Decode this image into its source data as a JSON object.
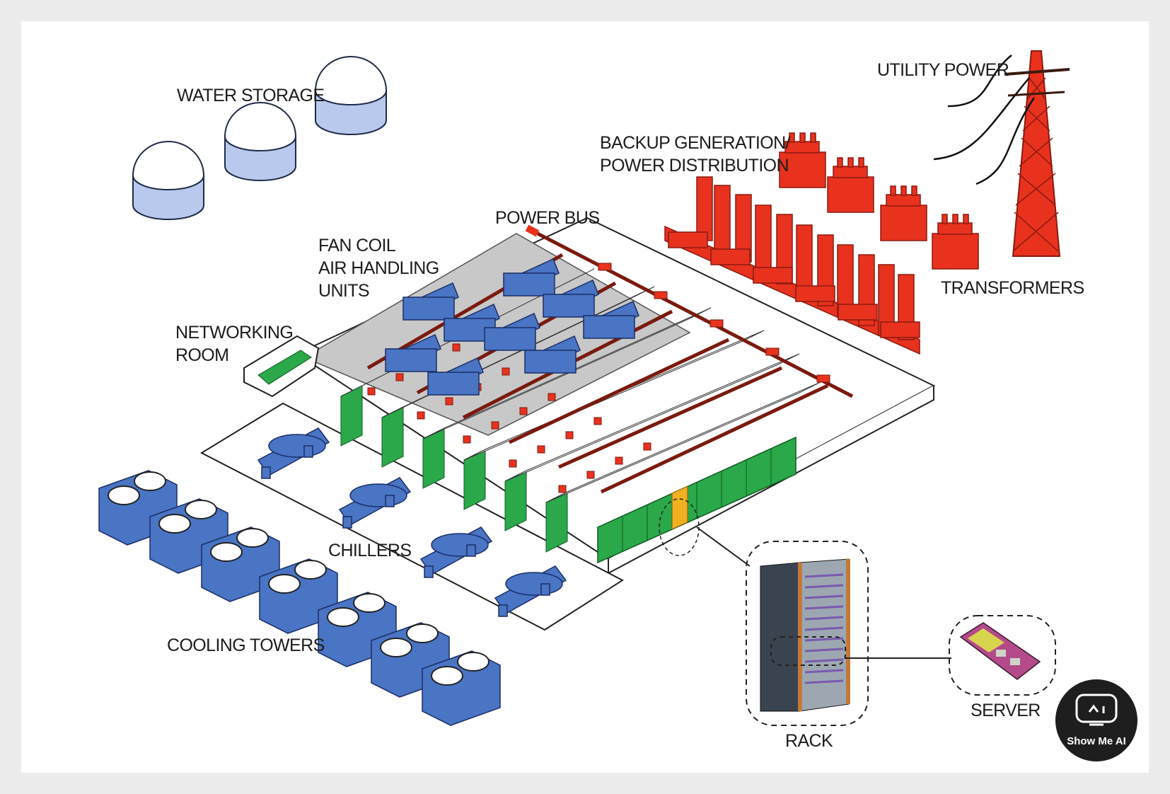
{
  "labels": {
    "water_storage": "WATER STORAGE",
    "utility_power": "UTILITY POWER",
    "backup_line1": "BACKUP GENERATION/",
    "backup_line2": "POWER DISTRIBUTION",
    "power_bus": "POWER BUS",
    "fan_coil_line1": "FAN COIL",
    "fan_coil_line2": "AIR HANDLING",
    "fan_coil_line3": "UNITS",
    "networking_line1": "NETWORKING",
    "networking_line2": "ROOM",
    "transformers": "TRANSFORMERS",
    "chillers": "CHILLERS",
    "cooling_towers": "COOLING TOWERS",
    "rack": "RACK",
    "server": "SERVER"
  },
  "watermark": {
    "text": "Show Me AI",
    "icon": "robot-face-icon"
  },
  "colors": {
    "power": "#e8321e",
    "cooling": "#4a74c4",
    "racks": "#2aa84a",
    "water": "#b9c9ee",
    "highlight_rack": "#f0b020",
    "floor_gray": "#c8c8c8"
  }
}
